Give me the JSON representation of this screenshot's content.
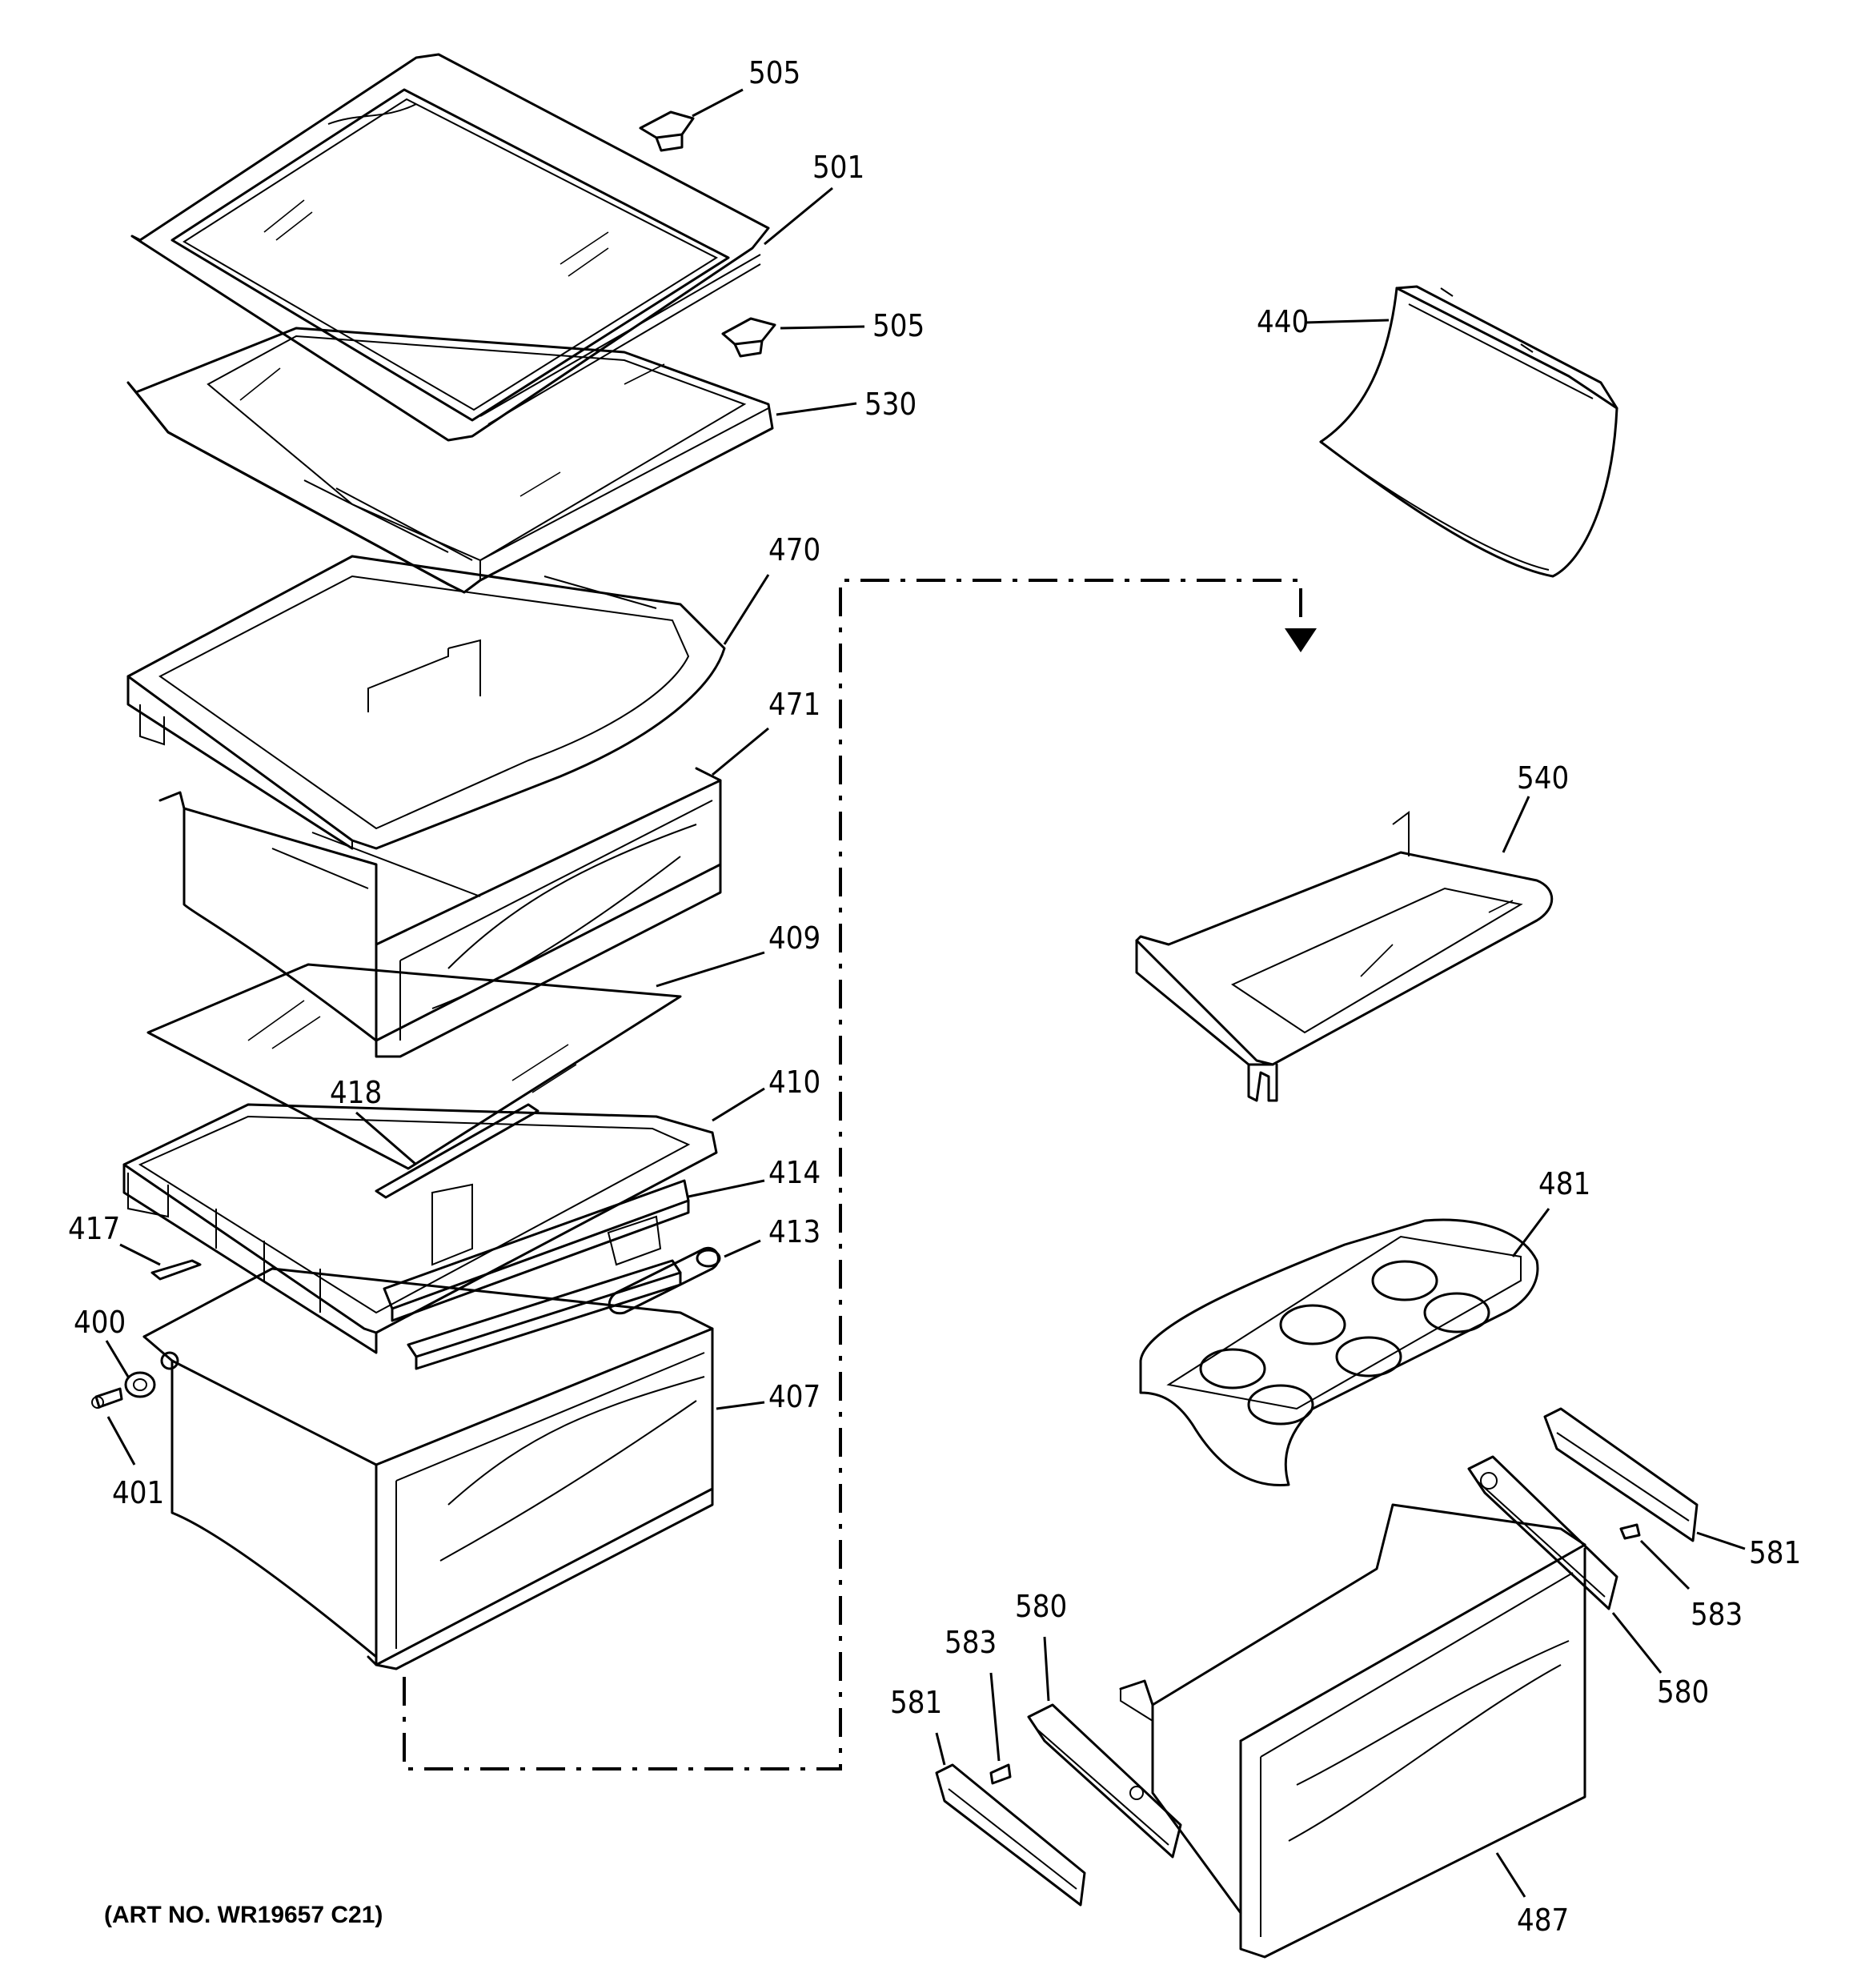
{
  "art_number": "(ART NO. WR19657 C21)",
  "callouts": [
    {
      "id": "c505a",
      "label": "505"
    },
    {
      "id": "c501",
      "label": "501"
    },
    {
      "id": "c505b",
      "label": "505"
    },
    {
      "id": "c530",
      "label": "530"
    },
    {
      "id": "c440",
      "label": "440"
    },
    {
      "id": "c470",
      "label": "470"
    },
    {
      "id": "c471",
      "label": "471"
    },
    {
      "id": "c540",
      "label": "540"
    },
    {
      "id": "c409",
      "label": "409"
    },
    {
      "id": "c418",
      "label": "418"
    },
    {
      "id": "c410",
      "label": "410"
    },
    {
      "id": "c414",
      "label": "414"
    },
    {
      "id": "c417",
      "label": "417"
    },
    {
      "id": "c413",
      "label": "413"
    },
    {
      "id": "c481",
      "label": "481"
    },
    {
      "id": "c400",
      "label": "400"
    },
    {
      "id": "c407",
      "label": "407"
    },
    {
      "id": "c401",
      "label": "401"
    },
    {
      "id": "c581a",
      "label": "581"
    },
    {
      "id": "c583a",
      "label": "583"
    },
    {
      "id": "c580a",
      "label": "580"
    },
    {
      "id": "c580b",
      "label": "580"
    },
    {
      "id": "c583b",
      "label": "583"
    },
    {
      "id": "c581b",
      "label": "581"
    },
    {
      "id": "c487",
      "label": "487"
    }
  ]
}
